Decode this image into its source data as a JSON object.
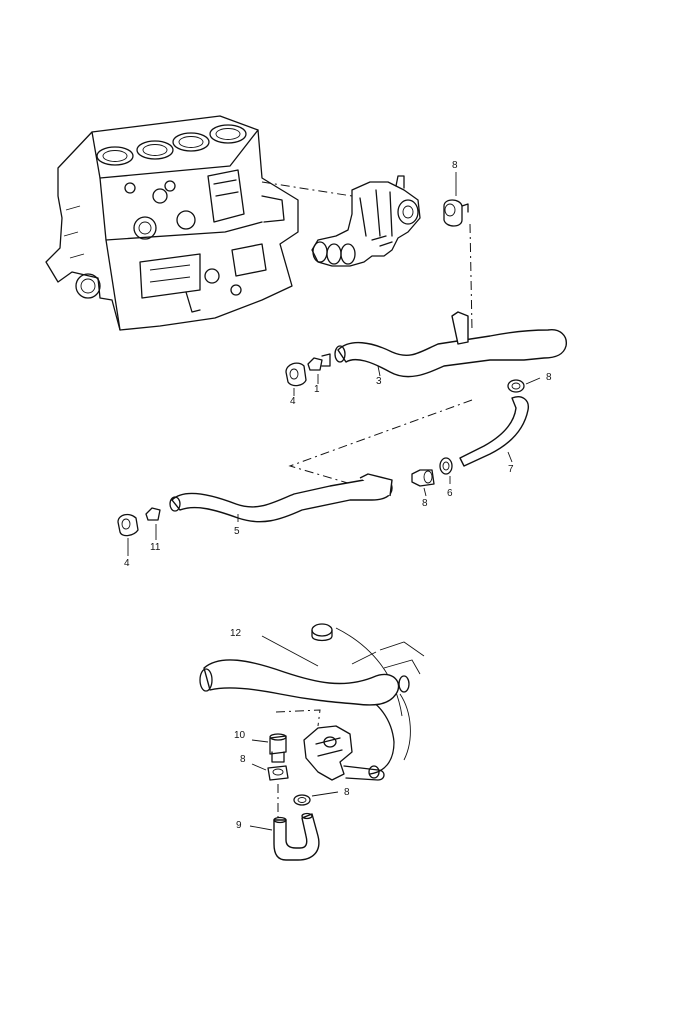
{
  "callouts": [
    {
      "id": "c8a",
      "text": "8"
    },
    {
      "id": "c3",
      "text": "3"
    },
    {
      "id": "c4a",
      "text": "4"
    },
    {
      "id": "c1",
      "text": "1"
    },
    {
      "id": "c8b",
      "text": "8"
    },
    {
      "id": "c7",
      "text": "7"
    },
    {
      "id": "c6",
      "text": "6"
    },
    {
      "id": "c8c",
      "text": "8"
    },
    {
      "id": "c5",
      "text": "5"
    },
    {
      "id": "c11",
      "text": "11"
    },
    {
      "id": "c4b",
      "text": "4"
    },
    {
      "id": "c12",
      "text": "12"
    },
    {
      "id": "c10",
      "text": "10"
    },
    {
      "id": "c8d",
      "text": "8"
    },
    {
      "id": "c8e",
      "text": "8"
    },
    {
      "id": "c9",
      "text": "9"
    }
  ]
}
